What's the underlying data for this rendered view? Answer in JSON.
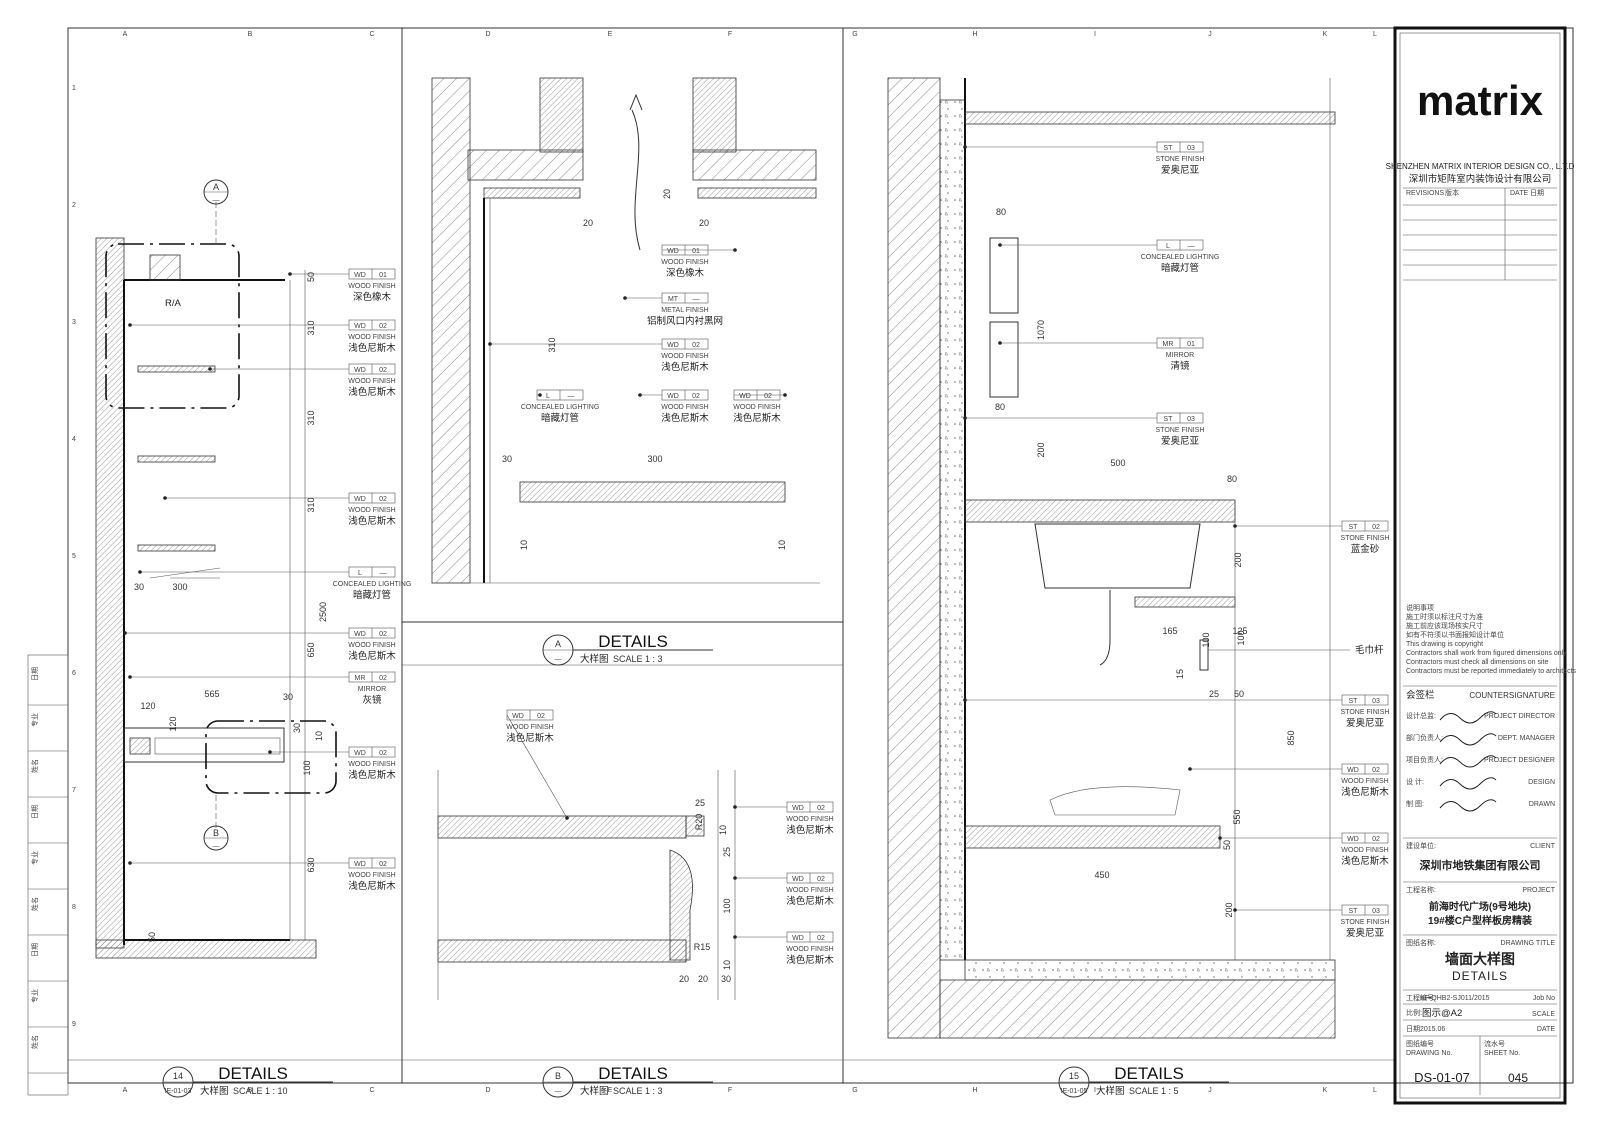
{
  "title_block": {
    "logo": "matrix",
    "company_en": "SHENZHEN MATRIX INTERIOR DESIGN CO., L.T.D",
    "company_cn": "深圳市矩阵室内装饰设计有限公司",
    "revision_label": "REVISIONS",
    "revision_cn": "版本",
    "date_label": "DATE",
    "date_cn": "日期",
    "notes_cn": [
      "说明事项",
      "施工时须以标注尺寸为准",
      "施工前应该现场核实尺寸",
      "如有不符须以书面报知设计单位"
    ],
    "notes_en": [
      "This drawing is copyright",
      "Contractors shall work from figured dimensions only",
      "Contractors must check all dimensions on site",
      "Contractors must be reported immediately to architects"
    ],
    "countersign_cn": "会签栏",
    "countersign_en": "COUNTERSIGNATURE",
    "roles": [
      {
        "cn": "设计总监:",
        "en": "PROJECT DIRECTOR"
      },
      {
        "cn": "部门负责人:",
        "en": "DEPT. MANAGER"
      },
      {
        "cn": "项目负责人:",
        "en": "PROJECT DESIGNER"
      },
      {
        "cn": "设 计:",
        "en": "DESIGN"
      },
      {
        "cn": "制 图:",
        "en": "DRAWN"
      }
    ],
    "client_cn_label": "建设单位:",
    "client_en_label": "CLIENT",
    "client": "深圳市地铁集团有限公司",
    "project_cn_label": "工程名称:",
    "project_en_label": "PROJECT",
    "project_line1": "前海时代广场(9号地块)",
    "project_line2": "19#楼C户型样板房精装",
    "drawing_title_cn_label": "图纸名称:",
    "drawing_title_en_label": "DRAWING TITLE",
    "drawing_title_cn": "墙面大样图",
    "drawing_title_en": "DETAILS",
    "job_label": "Job No",
    "job_value": "KF-QHB2-SJ011/2015",
    "job_cn": "工程编号:",
    "scale_cn": "比例:",
    "scale_value": "图示@A2",
    "scale_label": "SCALE",
    "date_cn2": "日期:",
    "date_value": "2015.06",
    "date_label2": "DATE",
    "drawing_no_cn": "图纸编号",
    "drawing_no_en": "DRAWING No.",
    "sheet_no_cn": "流水号",
    "sheet_no_en": "SHEET No.",
    "drawing_no": "DS-01-07",
    "sheet_no": "045"
  },
  "details": [
    {
      "id": "14",
      "ref": "IE-01-03",
      "title": "DETAILS",
      "cn": "大样图",
      "scale": "SCALE 1 : 10"
    },
    {
      "id": "A",
      "ref": "—",
      "title": "DETAILS",
      "cn": "大样图",
      "scale": "SCALE 1 : 3"
    },
    {
      "id": "B",
      "ref": "—",
      "title": "DETAILS",
      "cn": "大样图",
      "scale": "SCALE 1 : 3"
    },
    {
      "id": "15",
      "ref": "IE-01-05",
      "title": "DETAILS",
      "cn": "大样图",
      "scale": "SCALE 1 : 5"
    }
  ],
  "callouts": {
    "a": "A",
    "a_sub": "—",
    "b": "B",
    "b_sub": "—",
    "ra": "R/A"
  },
  "tags_left": [
    {
      "code": "WD",
      "num": "01",
      "en": "WOOD FINISH",
      "cn": "深色橡木"
    },
    {
      "code": "WD",
      "num": "02",
      "en": "WOOD FINISH",
      "cn": "浅色尼斯木"
    },
    {
      "code": "WD",
      "num": "02",
      "en": "WOOD FINISH",
      "cn": "浅色尼斯木"
    },
    {
      "code": "WD",
      "num": "02",
      "en": "WOOD FINISH",
      "cn": "浅色尼斯木"
    },
    {
      "code": "L",
      "num": "—",
      "en": "CONCEALED LIGHTING",
      "cn": "暗藏灯管"
    },
    {
      "code": "WD",
      "num": "02",
      "en": "WOOD FINISH",
      "cn": "浅色尼斯木"
    },
    {
      "code": "MR",
      "num": "02",
      "en": "MIRROR",
      "cn": "灰镜"
    },
    {
      "code": "WD",
      "num": "02",
      "en": "WOOD FINISH",
      "cn": "浅色尼斯木"
    },
    {
      "code": "WD",
      "num": "02",
      "en": "WOOD FINISH",
      "cn": "浅色尼斯木"
    }
  ],
  "tags_mid": [
    {
      "code": "WD",
      "num": "01",
      "en": "WOOD FINISH",
      "cn": "深色橡木"
    },
    {
      "code": "MT",
      "num": "—",
      "en": "METAL FINISH",
      "cn": "铝制风口内衬黑网"
    },
    {
      "code": "WD",
      "num": "02",
      "en": "WOOD FINISH",
      "cn": "浅色尼斯木"
    },
    {
      "code": "L",
      "num": "—",
      "en": "CONCEALED LIGHTING",
      "cn": "暗藏灯管"
    },
    {
      "code": "WD",
      "num": "02",
      "en": "WOOD FINISH",
      "cn": "浅色尼斯木"
    },
    {
      "code": "WD",
      "num": "02",
      "en": "WOOD FINISH",
      "cn": "浅色尼斯木"
    }
  ],
  "tags_b": [
    {
      "code": "WD",
      "num": "02",
      "en": "WOOD FINISH",
      "cn": "浅色尼斯木"
    },
    {
      "code": "WD",
      "num": "02",
      "en": "WOOD FINISH",
      "cn": "浅色尼斯木"
    },
    {
      "code": "WD",
      "num": "02",
      "en": "WOOD FINISH",
      "cn": "浅色尼斯木"
    },
    {
      "code": "WD",
      "num": "02",
      "en": "WOOD FINISH",
      "cn": "浅色尼斯木"
    }
  ],
  "tags_right": [
    {
      "code": "ST",
      "num": "03",
      "en": "STONE FINISH",
      "cn": "爱奥尼亚"
    },
    {
      "code": "L",
      "num": "—",
      "en": "CONCEALED LIGHTING",
      "cn": "暗藏灯管"
    },
    {
      "code": "MR",
      "num": "01",
      "en": "MIRROR",
      "cn": "清镜"
    },
    {
      "code": "ST",
      "num": "03",
      "en": "STONE FINISH",
      "cn": "爱奥尼亚"
    },
    {
      "code": "ST",
      "num": "02",
      "en": "STONE FINISH",
      "cn": "蓝金砂"
    },
    {
      "code": "ST",
      "num": "03",
      "en": "STONE FINISH",
      "cn": "爱奥尼亚"
    },
    {
      "code": "WD",
      "num": "02",
      "en": "WOOD FINISH",
      "cn": "浅色尼斯木"
    },
    {
      "code": "WD",
      "num": "02",
      "en": "WOOD FINISH",
      "cn": "浅色尼斯木"
    },
    {
      "code": "ST",
      "num": "03",
      "en": "STONE FINISH",
      "cn": "爱奥尼亚"
    }
  ],
  "towel_bar": "毛巾杆",
  "dims_left": [
    "50",
    "310",
    "310",
    "310",
    "2500",
    "650",
    "30",
    "565",
    "120",
    "120",
    "30",
    "300",
    "30",
    "100",
    "10",
    "630",
    "50"
  ],
  "dims_mid": [
    "20",
    "20",
    "20",
    "310",
    "30",
    "300",
    "10",
    "10"
  ],
  "dims_b": [
    "25",
    "R20",
    "10",
    "25",
    "100",
    "R15",
    "10",
    "20",
    "20",
    "30"
  ],
  "dims_right": [
    "80",
    "1070",
    "80",
    "200",
    "500",
    "80",
    "200",
    "165",
    "125",
    "100",
    "15",
    "100",
    "25",
    "50",
    "850",
    "550",
    "50",
    "450",
    "200"
  ],
  "grid_top": [
    "A",
    "B",
    "C",
    "D",
    "E",
    "F",
    "G",
    "H",
    "I",
    "J",
    "K",
    "L"
  ],
  "grid_side": [
    "1",
    "2",
    "3",
    "4",
    "5",
    "6",
    "7",
    "8",
    "9"
  ],
  "side_strip": [
    "日期",
    "专业",
    "姓名",
    "日期",
    "专业",
    "姓名",
    "日期",
    "专业",
    "姓名"
  ]
}
